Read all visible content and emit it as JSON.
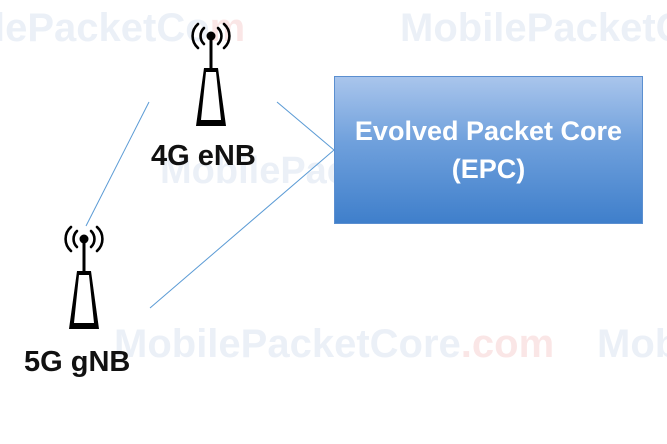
{
  "watermark": {
    "main": "MobilePacketCore",
    "suffix": ".com",
    "partial_left": "lePacketCo",
    "partial_right": "MobilePacketCore",
    "partial_mid": "MobilePacke",
    "partial_edge": "Mobil"
  },
  "nodes": {
    "enb": {
      "label": "4G eNB"
    },
    "gnb": {
      "label": "5G gNB"
    },
    "epc": {
      "line1": "Evolved Packet Core",
      "line2": "(EPC)"
    }
  },
  "colors": {
    "link": "#5b9bd5",
    "epc_fill_top": "#a9c5ec",
    "epc_fill_bottom": "#3f7fcb",
    "epc_text": "#ffffff"
  },
  "icons": {
    "base_station": "radio-tower-icon"
  }
}
